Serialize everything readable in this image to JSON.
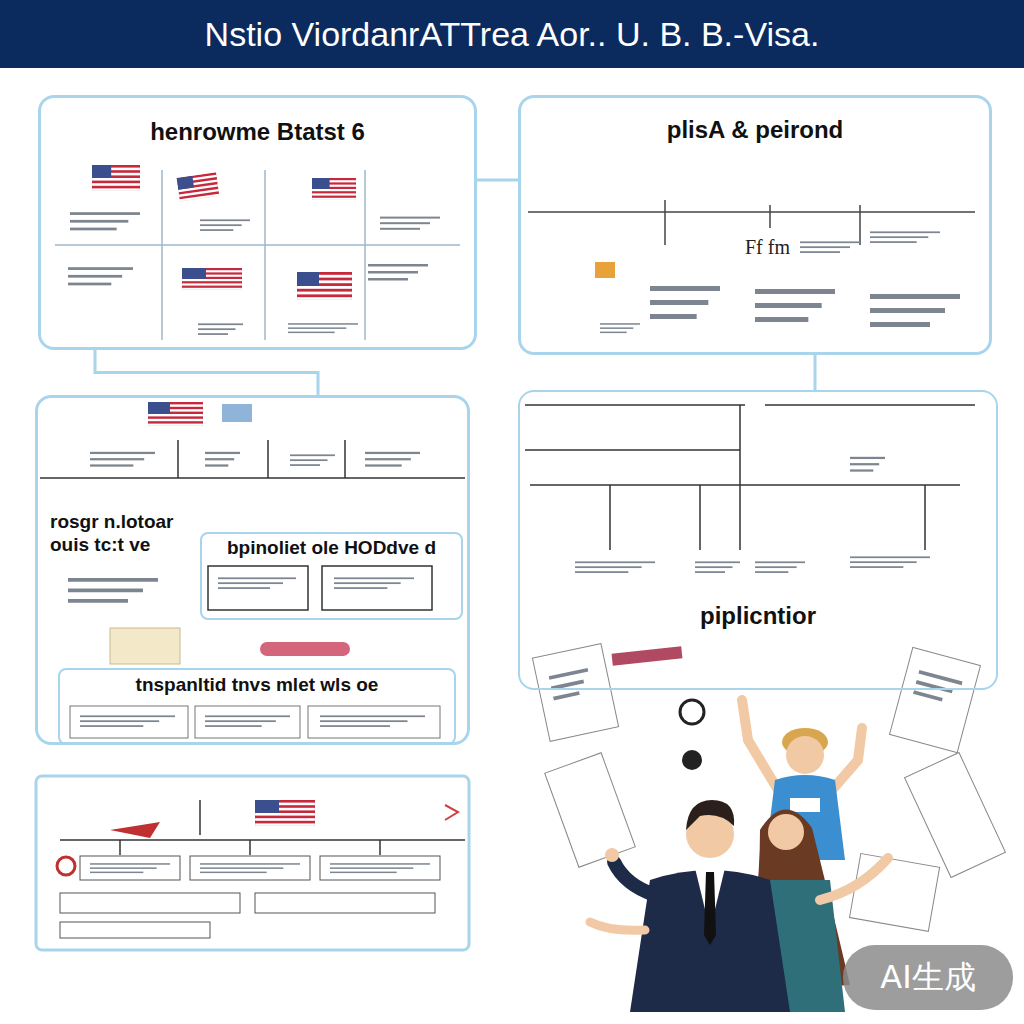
{
  "diagram": {
    "title": "Nstio ViordanrATTrea Aor.. U. B. B.-Visa.",
    "nodes": [
      {
        "text": [
          "henrowme Btatst 6"
        ]
      },
      {
        "text": [
          "plisA & peirond"
        ]
      },
      {
        "text": [
          "rosgr n.lotoar ouis tc:t ve"
        ]
      },
      {
        "text": [
          "bpinoliet ole HODdve d"
        ],
        "in": 2
      },
      {
        "text": [
          "tnspanltid tnvs mlet wls oe"
        ],
        "in": 2
      },
      {
        "text": [
          "piplicntior"
        ]
      }
    ],
    "edges": [
      {
        "from": 0,
        "to": 1,
        "arrow": "none"
      },
      {
        "from": 0,
        "to": 2,
        "arrow": "none"
      },
      {
        "from": 1,
        "to": 5,
        "arrow": "none"
      }
    ],
    "labels": [
      "Ff fm",
      "AI生成"
    ]
  }
}
